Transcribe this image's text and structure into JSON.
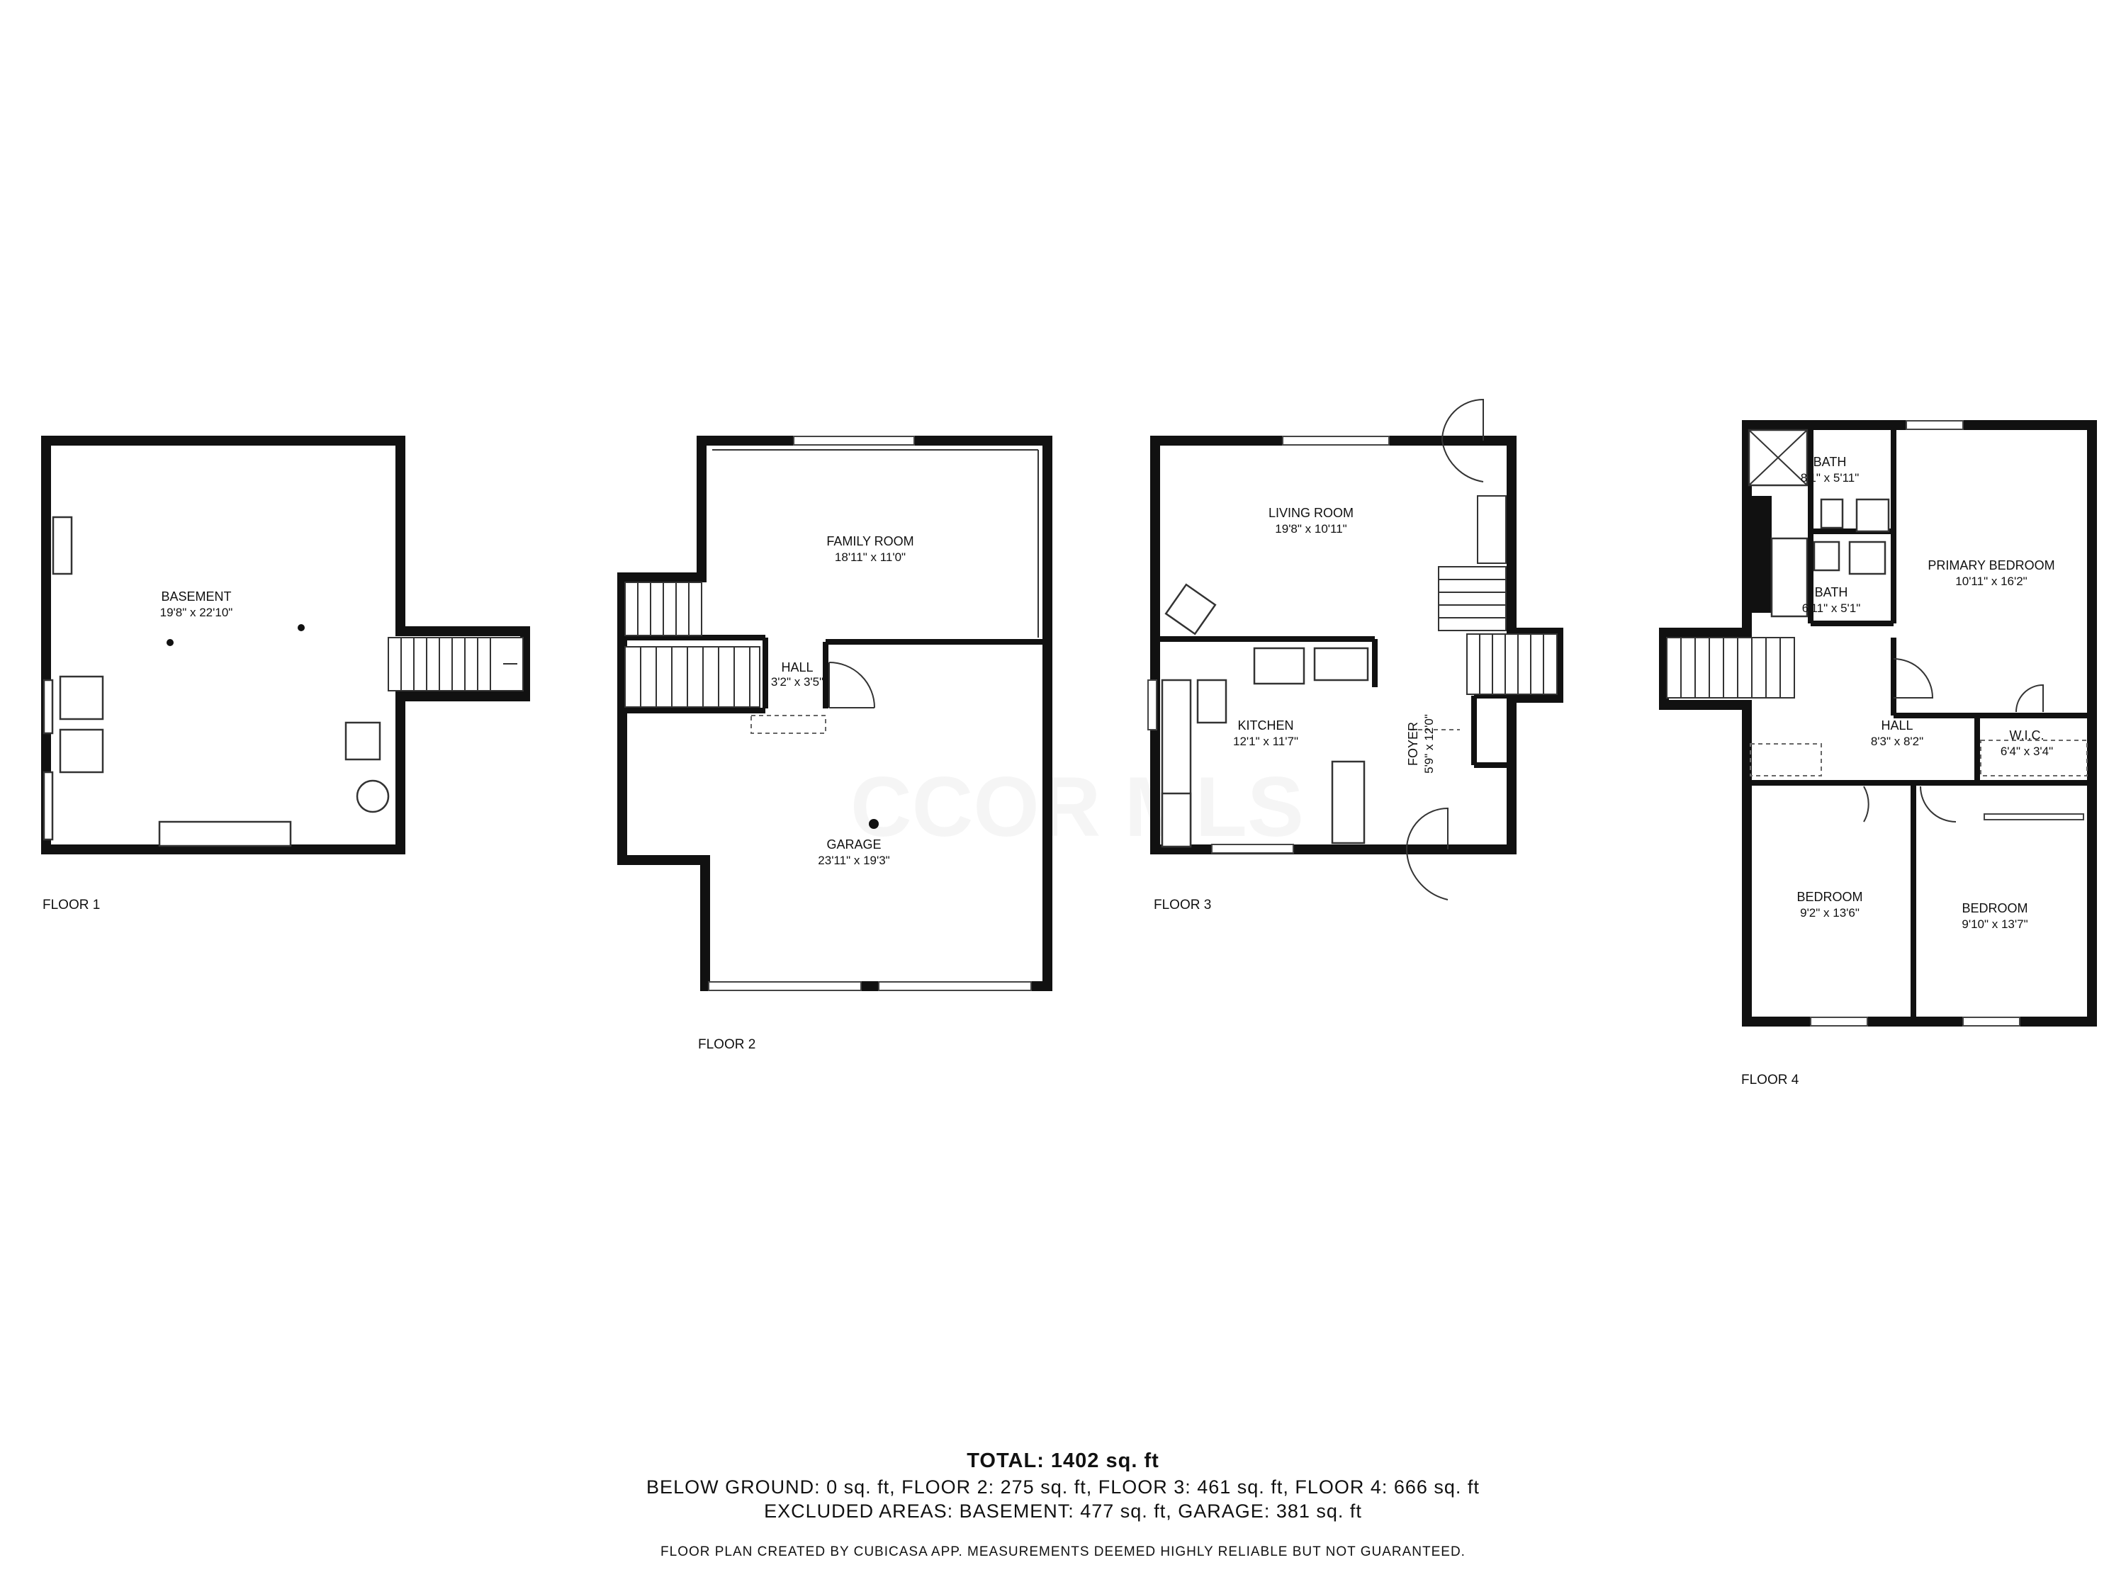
{
  "watermark": "CCOR MLS",
  "floors": [
    {
      "label": "FLOOR 1",
      "rooms": [
        {
          "name": "BASEMENT",
          "dims": "19'8\" x 22'10\""
        }
      ]
    },
    {
      "label": "FLOOR 2",
      "rooms": [
        {
          "name": "FAMILY ROOM",
          "dims": "18'11\" x 11'0\""
        },
        {
          "name": "HALL",
          "dims": "3'2\" x 3'5\""
        },
        {
          "name": "GARAGE",
          "dims": "23'11\" x 19'3\""
        }
      ]
    },
    {
      "label": "FLOOR 3",
      "rooms": [
        {
          "name": "LIVING ROOM",
          "dims": "19'8\" x 10'11\""
        },
        {
          "name": "KITCHEN",
          "dims": "12'1\" x 11'7\""
        },
        {
          "name": "FOYER",
          "dims": "5'9\" x 12'0\""
        }
      ]
    },
    {
      "label": "FLOOR 4",
      "rooms": [
        {
          "name": "BATH",
          "dims": "8'1\" x 5'11\""
        },
        {
          "name": "PRIMARY BEDROOM",
          "dims": "10'11\" x 16'2\""
        },
        {
          "name": "BATH",
          "dims": "6'11\" x 5'1\""
        },
        {
          "name": "HALL",
          "dims": "8'3\" x 8'2\""
        },
        {
          "name": "W.I.C.",
          "dims": "6'4\" x 3'4\""
        },
        {
          "name": "BEDROOM",
          "dims": "9'2\" x 13'6\""
        },
        {
          "name": "BEDROOM",
          "dims": "9'10\" x 13'7\""
        }
      ]
    }
  ],
  "summary": {
    "total": "TOTAL: 1402 sq. ft",
    "below_ground": "BELOW GROUND: 0 sq. ft, FLOOR 2: 275 sq. ft, FLOOR 3: 461 sq. ft, FLOOR 4: 666 sq. ft",
    "excluded": "EXCLUDED AREAS: BASEMENT: 477 sq. ft, GARAGE: 381 sq. ft",
    "disclaimer": "FLOOR PLAN CREATED BY CUBICASA APP. MEASUREMENTS DEEMED HIGHLY RELIABLE BUT NOT GUARANTEED."
  }
}
